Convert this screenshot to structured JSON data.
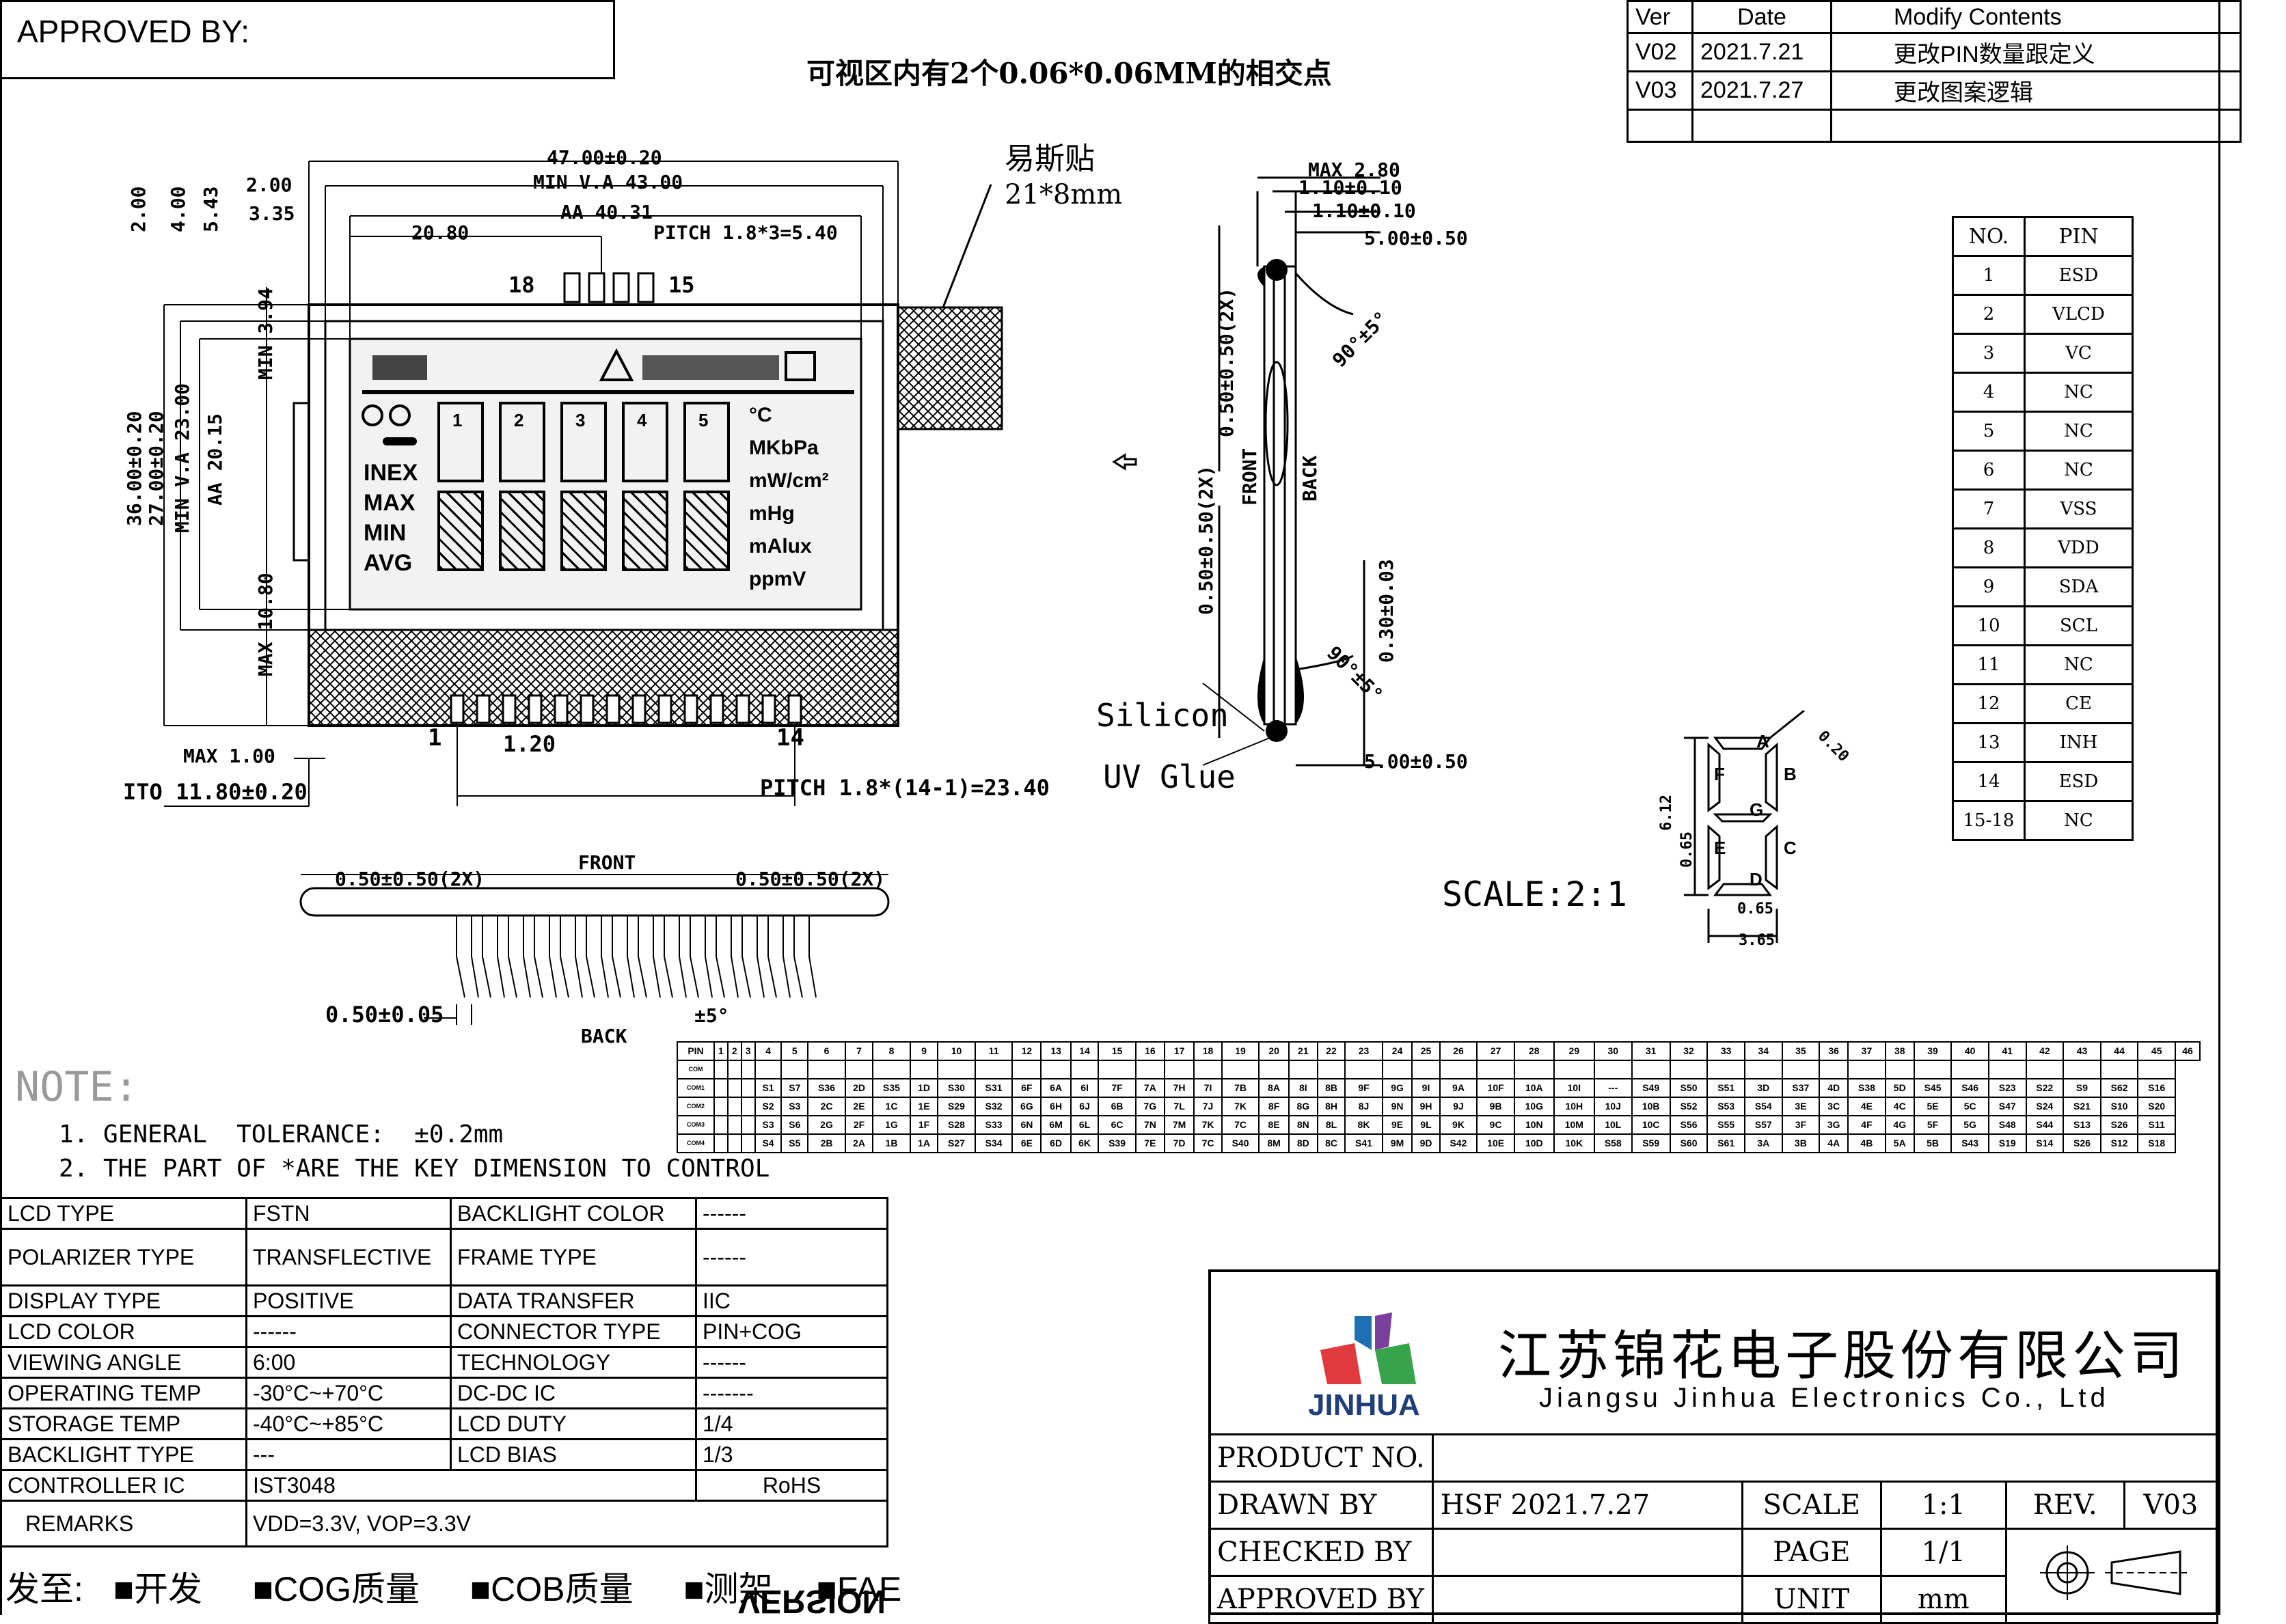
{
  "header": {
    "approved_by_label": "APPROVED BY:",
    "center_note": "可视区内有2个0.06*0.06MM的相交点"
  },
  "revision_table": {
    "headers": [
      "Ver",
      "Date",
      "Modify Contents"
    ],
    "rows": [
      {
        "ver": "V02",
        "date": "2021.7.21",
        "content": "更改PIN数量跟定义"
      },
      {
        "ver": "V03",
        "date": "2021.7.27",
        "content": "更改图案逻辑"
      },
      {
        "ver": "",
        "date": "",
        "content": ""
      }
    ]
  },
  "front_view": {
    "dims": {
      "overall_width": "47.00±0.20",
      "min_va_width": "MIN V.A 43.00",
      "aa_width": "AA 40.31",
      "left_200": "2.00",
      "left_335": "3.35",
      "offset_2080": "20.80",
      "pitch_top": "PITCH 1.8*3=5.40",
      "pin18": "18",
      "pin15": "15",
      "v_200": "2.00",
      "v_400": "4.00",
      "v_543": "5.43",
      "overall_height": "36.00±0.20",
      "va_height": "27.00±0.20",
      "min_va_height": "MIN V.A 23.00",
      "aa_height": "AA 20.15",
      "min_394": "MIN 3.94",
      "max_1080": "MAX 10.80",
      "max_100": "MAX 1.00",
      "ito": "ITO 11.80±0.20",
      "pin1": "1",
      "pitch_120": "1.20",
      "pin14": "14",
      "pitch_bottom": "PITCH 1.8*(14-1)=23.40"
    },
    "tape_label": "易斯贴",
    "tape_size": "21*8mm",
    "lcd": {
      "digits_top": [
        "1",
        "2",
        "3",
        "4",
        "5"
      ],
      "labels_left": [
        "INEX",
        "MAX",
        "MIN",
        "AVG"
      ],
      "units": [
        "°C",
        "MKbPa",
        "mW/cm²",
        "mHg",
        "mAlux",
        "ppmV"
      ]
    }
  },
  "side_view": {
    "max_280": "MAX 2.80",
    "d_110a": "1.10±0.10",
    "d_110b": "1.10±0.10",
    "d_500a": "5.00±0.50",
    "d_500b": "5.00±0.50",
    "angle1": "90°±5°",
    "angle2": "90°±5°",
    "d_050_2x_a": "0.50±0.50(2X)",
    "d_050_2x_b": "0.50±0.50(2X)",
    "d_030": "0.30±0.03",
    "front": "FRONT",
    "back": "BACK",
    "silicon": "Silicon",
    "uv_glue": "UV Glue"
  },
  "bottom_view": {
    "front": "FRONT",
    "back": "BACK",
    "left_dim": "0.50±0.50(2X)",
    "right_dim": "0.50±0.50(2X)",
    "pin_dim": "0.50±0.05",
    "angle": "±5°"
  },
  "segment_detail": {
    "segments": [
      "A",
      "B",
      "C",
      "D",
      "E",
      "F",
      "G"
    ],
    "d_020": "0.20",
    "d_612": "6.12",
    "d_065v": "0.65",
    "d_065h": "0.65",
    "d_365": "3.65",
    "scale_label": "SCALE:2:1"
  },
  "pin_table": {
    "headers": [
      "NO.",
      "PIN"
    ],
    "rows": [
      [
        "1",
        "ESD"
      ],
      [
        "2",
        "VLCD"
      ],
      [
        "3",
        "VC"
      ],
      [
        "4",
        "NC"
      ],
      [
        "5",
        "NC"
      ],
      [
        "6",
        "NC"
      ],
      [
        "7",
        "VSS"
      ],
      [
        "8",
        "VDD"
      ],
      [
        "9",
        "SDA"
      ],
      [
        "10",
        "SCL"
      ],
      [
        "11",
        "NC"
      ],
      [
        "12",
        "CE"
      ],
      [
        "13",
        "INH"
      ],
      [
        "14",
        "ESD"
      ],
      [
        "15-18",
        "NC"
      ]
    ]
  },
  "segment_table": {
    "header_label": "PIN",
    "pins": [
      "1",
      "2",
      "3",
      "4",
      "5",
      "6",
      "7",
      "8",
      "9",
      "10",
      "11",
      "12",
      "13",
      "14",
      "15",
      "16",
      "17",
      "18",
      "19",
      "20",
      "21",
      "22",
      "23",
      "24",
      "25",
      "26",
      "27",
      "28",
      "29",
      "30",
      "31",
      "32",
      "33",
      "34",
      "35",
      "36",
      "37",
      "38",
      "39",
      "40",
      "41",
      "42",
      "43",
      "44",
      "45",
      "46"
    ],
    "rows": [
      [
        "COM",
        "",
        "",
        "",
        "",
        "",
        "",
        "",
        "",
        "",
        "",
        "",
        "",
        "",
        "",
        "",
        "",
        "",
        "",
        "",
        "",
        "",
        "",
        "",
        "",
        "",
        "",
        "",
        "",
        "",
        "",
        "",
        "",
        "",
        "",
        "",
        "",
        "",
        "",
        "",
        "",
        "",
        "",
        "",
        "",
        ""
      ],
      [
        "COM1",
        "",
        "",
        "",
        "S1",
        "S7",
        "S36",
        "2D",
        "S35",
        "1D",
        "S30",
        "S31",
        "6F",
        "6A",
        "6I",
        "7F",
        "7A",
        "7H",
        "7I",
        "7B",
        "8A",
        "8I",
        "8B",
        "9F",
        "9G",
        "9I",
        "9A",
        "10F",
        "10A",
        "10I",
        "---",
        "S49",
        "S50",
        "S51",
        "3D",
        "S37",
        "4D",
        "S38",
        "5D",
        "S45",
        "S46",
        "S23",
        "S22",
        "S9",
        "S62",
        "S16"
      ],
      [
        "COM2",
        "",
        "",
        "",
        "S2",
        "S3",
        "2C",
        "2E",
        "1C",
        "1E",
        "S29",
        "S32",
        "6G",
        "6H",
        "6J",
        "6B",
        "7G",
        "7L",
        "7J",
        "7K",
        "8F",
        "8G",
        "8H",
        "8J",
        "9N",
        "9H",
        "9J",
        "9B",
        "10G",
        "10H",
        "10J",
        "10B",
        "S52",
        "S53",
        "S54",
        "3E",
        "3C",
        "4E",
        "4C",
        "5E",
        "5C",
        "S47",
        "S24",
        "S21",
        "S10",
        "S20"
      ],
      [
        "COM3",
        "",
        "",
        "",
        "S3",
        "S6",
        "2G",
        "2F",
        "1G",
        "1F",
        "S28",
        "S33",
        "6N",
        "6M",
        "6L",
        "6C",
        "7N",
        "7M",
        "7K",
        "7C",
        "8E",
        "8N",
        "8L",
        "8K",
        "9E",
        "9L",
        "9K",
        "9C",
        "10N",
        "10M",
        "10L",
        "10C",
        "S56",
        "S55",
        "S57",
        "3F",
        "3G",
        "4F",
        "4G",
        "5F",
        "5G",
        "S48",
        "S44",
        "S13",
        "S26",
        "S11"
      ],
      [
        "COM4",
        "",
        "",
        "",
        "S4",
        "S5",
        "2B",
        "2A",
        "1B",
        "1A",
        "S27",
        "S34",
        "6E",
        "6D",
        "6K",
        "S39",
        "7E",
        "7D",
        "7C",
        "S40",
        "8M",
        "8D",
        "8C",
        "S41",
        "9M",
        "9D",
        "S42",
        "10E",
        "10D",
        "10K",
        "S58",
        "S59",
        "S60",
        "S61",
        "3A",
        "3B",
        "4A",
        "4B",
        "5A",
        "5B",
        "S43",
        "S19",
        "S14",
        "S26",
        "S12",
        "S18"
      ]
    ]
  },
  "notes": {
    "title": "NOTE:",
    "items": [
      "1. GENERAL  TOLERANCE:  ±0.2mm",
      "2. THE PART OF *ARE THE KEY DIMENSION TO CONTROL"
    ]
  },
  "spec_table": {
    "rows": [
      [
        "LCD TYPE",
        "FSTN",
        "BACKLIGHT COLOR",
        "------"
      ],
      [
        "POLARIZER TYPE",
        "TRANSFLECTIVE",
        "FRAME TYPE",
        "------"
      ],
      [
        "DISPLAY TYPE",
        "POSITIVE",
        "DATA TRANSFER",
        "IIC"
      ],
      [
        "LCD COLOR",
        "------",
        "CONNECTOR TYPE",
        "PIN+COG"
      ],
      [
        "VIEWING ANGLE",
        "6:00",
        "TECHNOLOGY",
        "------"
      ],
      [
        "OPERATING TEMP",
        "-30°C~+70°C",
        "DC-DC IC",
        "-------"
      ],
      [
        "STORAGE TEMP",
        "-40°C~+85°C",
        "LCD DUTY",
        "1/4"
      ],
      [
        "BACKLIGHT TYPE",
        "---",
        "LCD BIAS",
        "1/3"
      ]
    ],
    "controller_label": "CONTROLLER  IC",
    "controller_value": "IST3048",
    "rohs": "RoHS",
    "remarks_label": "REMARKS",
    "remarks_value": "VDD=3.3V, VOP=3.3V"
  },
  "distribution": {
    "label": "发至:",
    "items": [
      "■开发",
      "■COG质量",
      "■COB质量",
      "■测架",
      "■FAE"
    ],
    "mirrored": "VERSION"
  },
  "title_block": {
    "company_cn": "江苏锦花电子股份有限公司",
    "company_en": "Jiangsu Jinhua Electronics Co., Ltd",
    "logo_text": "JINHUA",
    "product_no_label": "PRODUCT NO.",
    "drawn_by_label": "DRAWN BY",
    "drawn_by_value": "HSF 2021.7.27",
    "scale_label": "SCALE",
    "scale_value": "1:1",
    "rev_label": "REV.",
    "rev_value": "V03",
    "checked_by_label": "CHECKED BY",
    "page_label": "PAGE",
    "page_value": "1/1",
    "approved_by_label": "APPROVED BY",
    "unit_label": "UNIT",
    "unit_value": "mm"
  },
  "colors": {
    "line": "#000000",
    "lcd_bg": "#f2f2f2",
    "logo_blue": "#1f6fb4",
    "logo_green": "#37a34a",
    "logo_red": "#e03a3e",
    "logo_purple": "#7b3f9d"
  }
}
